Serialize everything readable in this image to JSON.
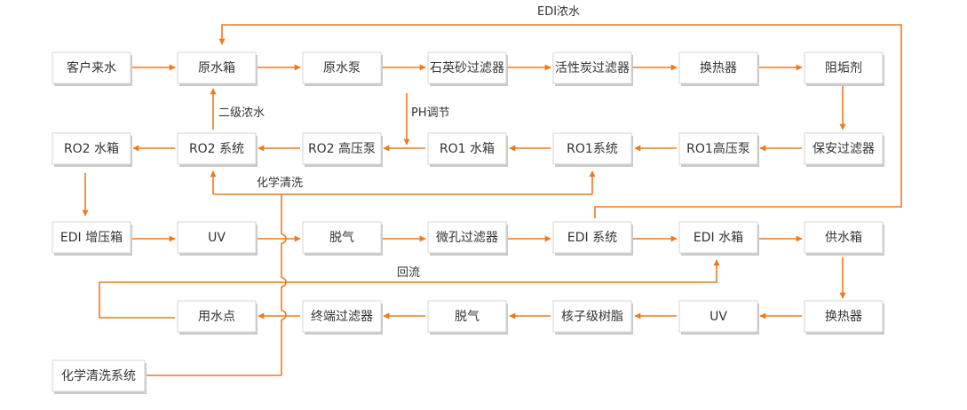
{
  "colors": {
    "line": "#ee7a1e",
    "box_border": "#d6d6d6",
    "box_shadow": "#c9c9c9",
    "text": "#333333"
  },
  "nodes": {
    "customer_water": "客户来水",
    "raw_tank": "原水箱",
    "raw_pump": "原水泵",
    "quartz_filter": "石英砂过滤器",
    "carbon_filter": "活性炭过滤器",
    "heat_exchanger_1": "换热器",
    "antiscalant": "阻垢剂",
    "ro2_tank": "RO2 水箱",
    "ro2_system": "RO2 系统",
    "ro2_hp_pump": "RO2 高压泵",
    "ro1_tank": "RO1 水箱",
    "ro1_system": "RO1系统",
    "ro1_hp_pump": "RO1高压泵",
    "security_filter": "保安过滤器",
    "edi_boost_tank": "EDI 增压箱",
    "uv_1": "UV",
    "degas_1": "脱气",
    "micropore_filter": "微孔过滤器",
    "edi_system": "EDI 系统",
    "edi_tank": "EDI 水箱",
    "supply_tank": "供水箱",
    "use_point": "用水点",
    "terminal_filter": "终端过滤器",
    "degas_2": "脱气",
    "nuclear_resin": "核子级树脂",
    "uv_2": "UV",
    "heat_exchanger_2": "换热器",
    "chem_clean_system": "化学清洗系统"
  },
  "edge_labels": {
    "edi_concentrate": "EDI浓水",
    "second_concentrate": "二级浓水",
    "ph_adjust": "PH调节",
    "chemical_cleaning": "化学清洗",
    "reflux": "回流"
  }
}
